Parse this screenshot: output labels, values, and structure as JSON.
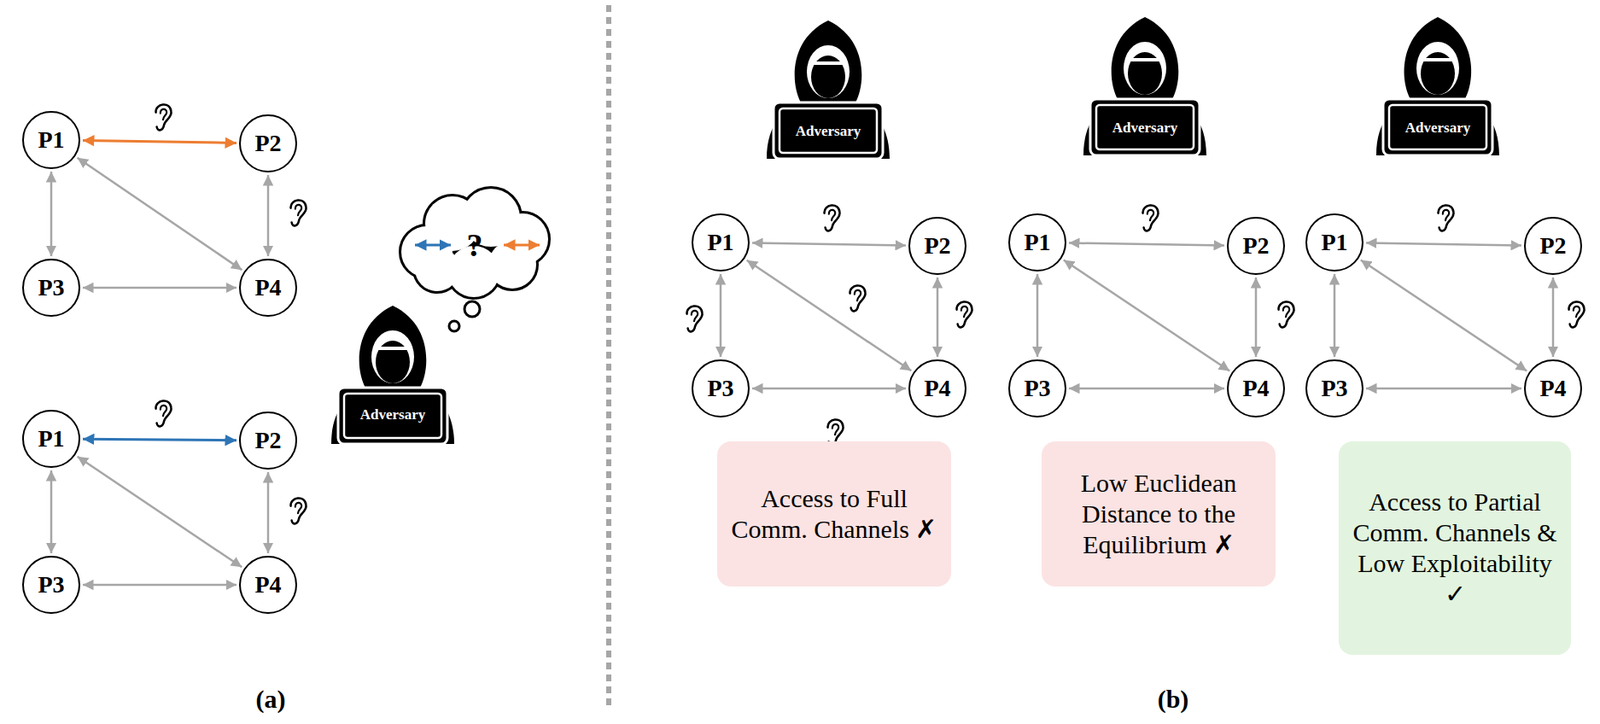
{
  "diagram": {
    "nodes": [
      {
        "text": [
          "P1"
        ]
      },
      {
        "text": [
          "P2"
        ]
      },
      {
        "text": [
          "P3"
        ]
      },
      {
        "text": [
          "P4"
        ]
      },
      {
        "text": [
          "P1"
        ]
      },
      {
        "text": [
          "P2"
        ]
      },
      {
        "text": [
          "P3"
        ]
      },
      {
        "text": [
          "P4"
        ]
      },
      {
        "text": [
          "P1"
        ]
      },
      {
        "text": [
          "P2"
        ]
      },
      {
        "text": [
          "P3"
        ]
      },
      {
        "text": [
          "P4"
        ]
      },
      {
        "text": [
          "P1"
        ]
      },
      {
        "text": [
          "P2"
        ]
      },
      {
        "text": [
          "P3"
        ]
      },
      {
        "text": [
          "P4"
        ]
      },
      {
        "text": [
          "P1"
        ]
      },
      {
        "text": [
          "P2"
        ]
      },
      {
        "text": [
          "P3"
        ]
      },
      {
        "text": [
          "P4"
        ]
      },
      {
        "text": [
          "Access to Full Comm. Channels ✗"
        ]
      },
      {
        "text": [
          "Low Euclidean Distance to the Equilibrium ✗"
        ]
      },
      {
        "text": [
          "Access to Partial Comm. Channels & Low Exploitability ✓"
        ]
      }
    ],
    "edges": [
      {
        "from": 0,
        "to": 1,
        "arrow": "both"
      },
      {
        "from": 0,
        "to": 2,
        "arrow": "both"
      },
      {
        "from": 0,
        "to": 3,
        "arrow": "both"
      },
      {
        "from": 1,
        "to": 3,
        "arrow": "both"
      },
      {
        "from": 2,
        "to": 3,
        "arrow": "both"
      },
      {
        "from": 4,
        "to": 5,
        "arrow": "both"
      },
      {
        "from": 4,
        "to": 6,
        "arrow": "both"
      },
      {
        "from": 4,
        "to": 7,
        "arrow": "both"
      },
      {
        "from": 5,
        "to": 7,
        "arrow": "both"
      },
      {
        "from": 6,
        "to": 7,
        "arrow": "both"
      },
      {
        "from": 8,
        "to": 9,
        "arrow": "both"
      },
      {
        "from": 8,
        "to": 10,
        "arrow": "both"
      },
      {
        "from": 8,
        "to": 11,
        "arrow": "both"
      },
      {
        "from": 9,
        "to": 11,
        "arrow": "both"
      },
      {
        "from": 10,
        "to": 11,
        "arrow": "both"
      },
      {
        "from": 12,
        "to": 13,
        "arrow": "both"
      },
      {
        "from": 12,
        "to": 14,
        "arrow": "both"
      },
      {
        "from": 12,
        "to": 15,
        "arrow": "both"
      },
      {
        "from": 13,
        "to": 15,
        "arrow": "both"
      },
      {
        "from": 14,
        "to": 15,
        "arrow": "both"
      },
      {
        "from": 16,
        "to": 17,
        "arrow": "both"
      },
      {
        "from": 16,
        "to": 18,
        "arrow": "both"
      },
      {
        "from": 16,
        "to": 19,
        "arrow": "both"
      },
      {
        "from": 17,
        "to": 19,
        "arrow": "both"
      },
      {
        "from": 18,
        "to": 19,
        "arrow": "both"
      }
    ],
    "labels": [
      "Adversary",
      "?",
      "(a)",
      "Adversary",
      "Adversary",
      "Adversary",
      "(b)"
    ]
  }
}
